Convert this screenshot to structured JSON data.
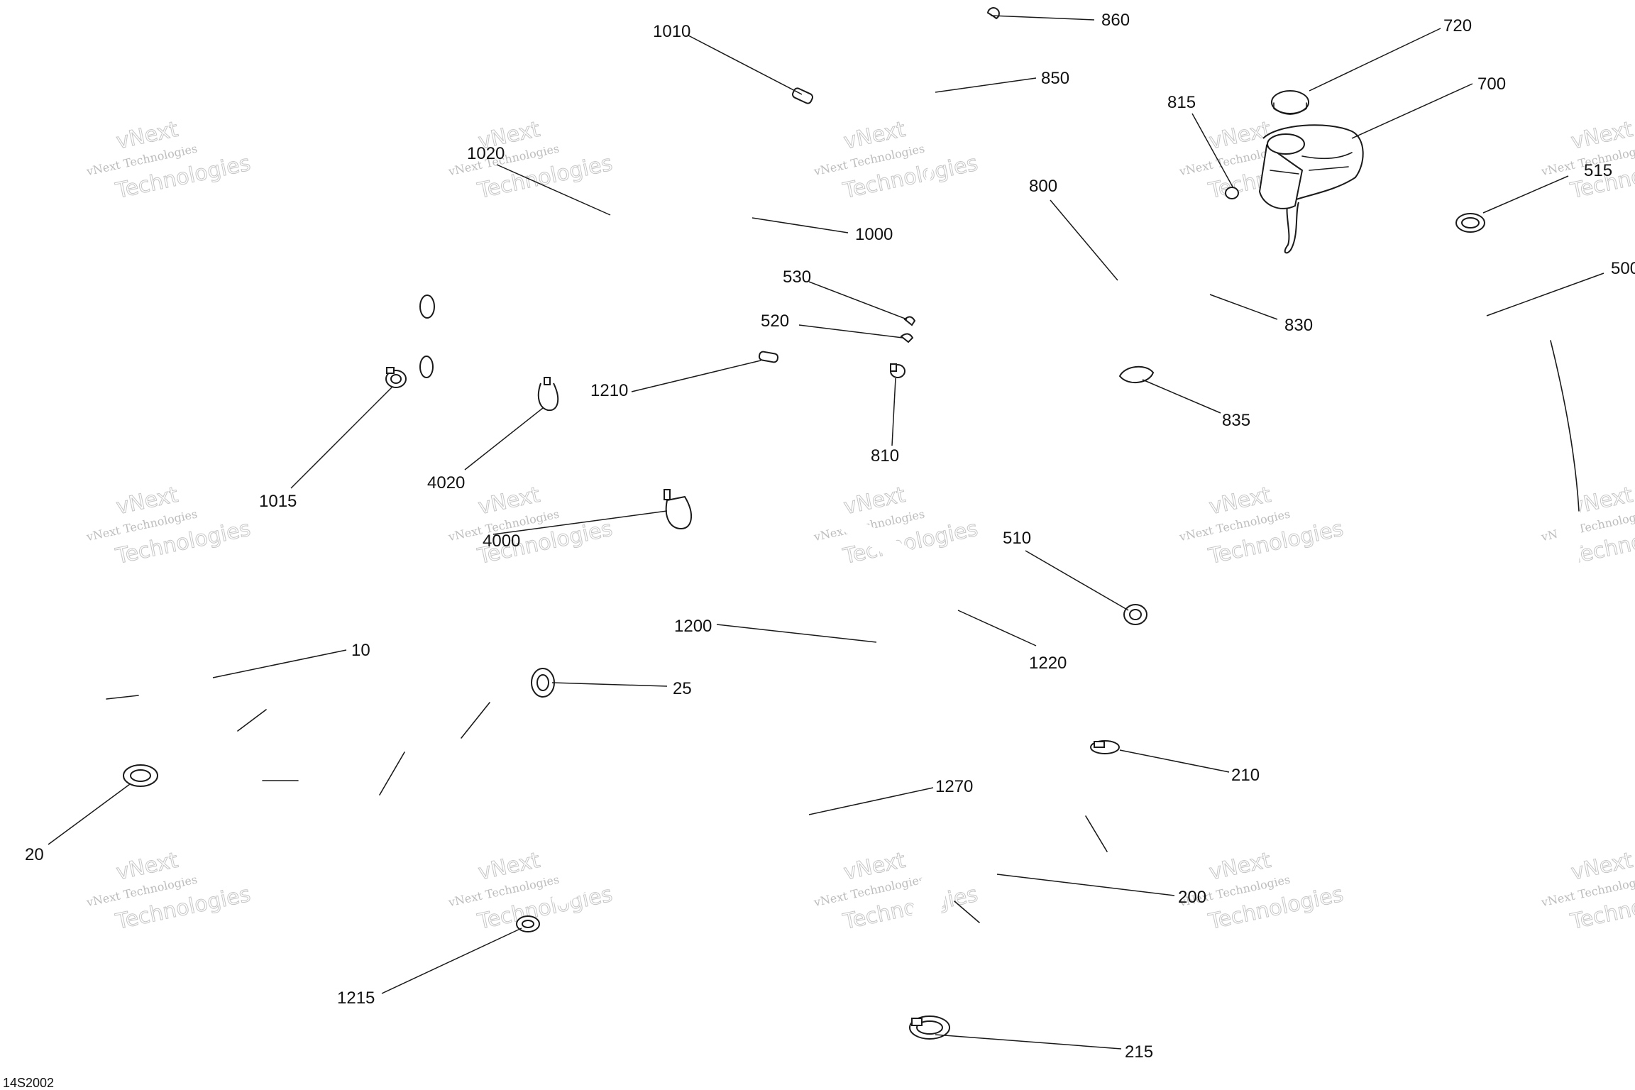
{
  "diagram": {
    "reference": "14S2002",
    "watermark": {
      "line1": "vNext Technologies",
      "line2": "Technologies",
      "outline": "vNext"
    },
    "callouts": [
      "1010",
      "860",
      "720",
      "700",
      "850",
      "815",
      "1020",
      "1000",
      "800",
      "515",
      "530",
      "520",
      "830",
      "500",
      "1210",
      "835",
      "810",
      "1015",
      "4020",
      "4000",
      "510",
      "1200",
      "1220",
      "10",
      "25",
      "1270",
      "210",
      "20",
      "200",
      "1215",
      "215"
    ]
  }
}
